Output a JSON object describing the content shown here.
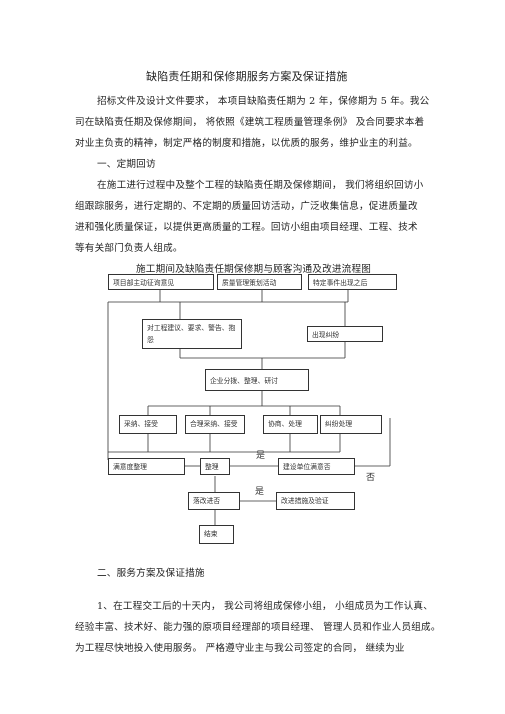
{
  "document": {
    "title": "缺陷责任期和保修期服务方案及保证措施",
    "intro_lines": [
      "招标文件及设计文件要求，   本项目缺陷责任期为   2 年，保修期为 5 年。我公",
      "司在缺陷责任期及保修期间，   将依照《建筑工程质量管理条例》   及合同要求本着",
      "对业主负责的精神，制定严格的制度和措施，以优质的服务，维护业主的利益。"
    ],
    "section1_heading": "一、定期回访",
    "section1_lines": [
      "在施工进行过程中及整个工程的缺陷责任期及保修期间，       我们将组织回访小",
      "组跟踪服务，进行定期的、不定期的质量回访活动，广泛收集信息，促进质量改",
      "进和强化质量保证，以提供更高质量的工程。回访小组由项目经理、工程、技术",
      "等有关部门负责人组成。"
    ],
    "flowchart": {
      "title": "施工期间及缺陷责任期保修期与顾客沟通及改进流程图",
      "boxes": {
        "owner_input": "项目部主动征询意见",
        "quality_activity": "质量管理策划活动",
        "special_event": "特定事件出现之后",
        "suggestions": "对工程建议、要求、警告、抱怨",
        "dispute": "出现纠纷",
        "classify": "企业分拨、整理、研讨",
        "adopt": "采纳、接受",
        "partial_adopt": "合理采纳、接受",
        "negotiate": "协商、处理",
        "dispute_handle": "纠纷处理",
        "satisfaction": "满意度整理",
        "rectify": "整理",
        "satisfied": "建设单位满意否",
        "rectify_effect": "落改进否",
        "measures": "改进措施及验证",
        "end": "结束"
      },
      "labels": {
        "yes1": "是",
        "yes2": "是",
        "no": "否"
      }
    },
    "section2_heading": "二、服务方案及保证措施",
    "section2_lines": [
      "1、在工程交工后的十天内，   我公司将组成保修小组，   小组成员为工作认真、",
      "经验丰富、技术好、能力强的原项目经理部的项目经理、   管理人员和作业人员组成。",
      "为工程尽快地投入使用服务。   严格遵守业主与我公司签定的合同，   继续为业"
    ]
  }
}
